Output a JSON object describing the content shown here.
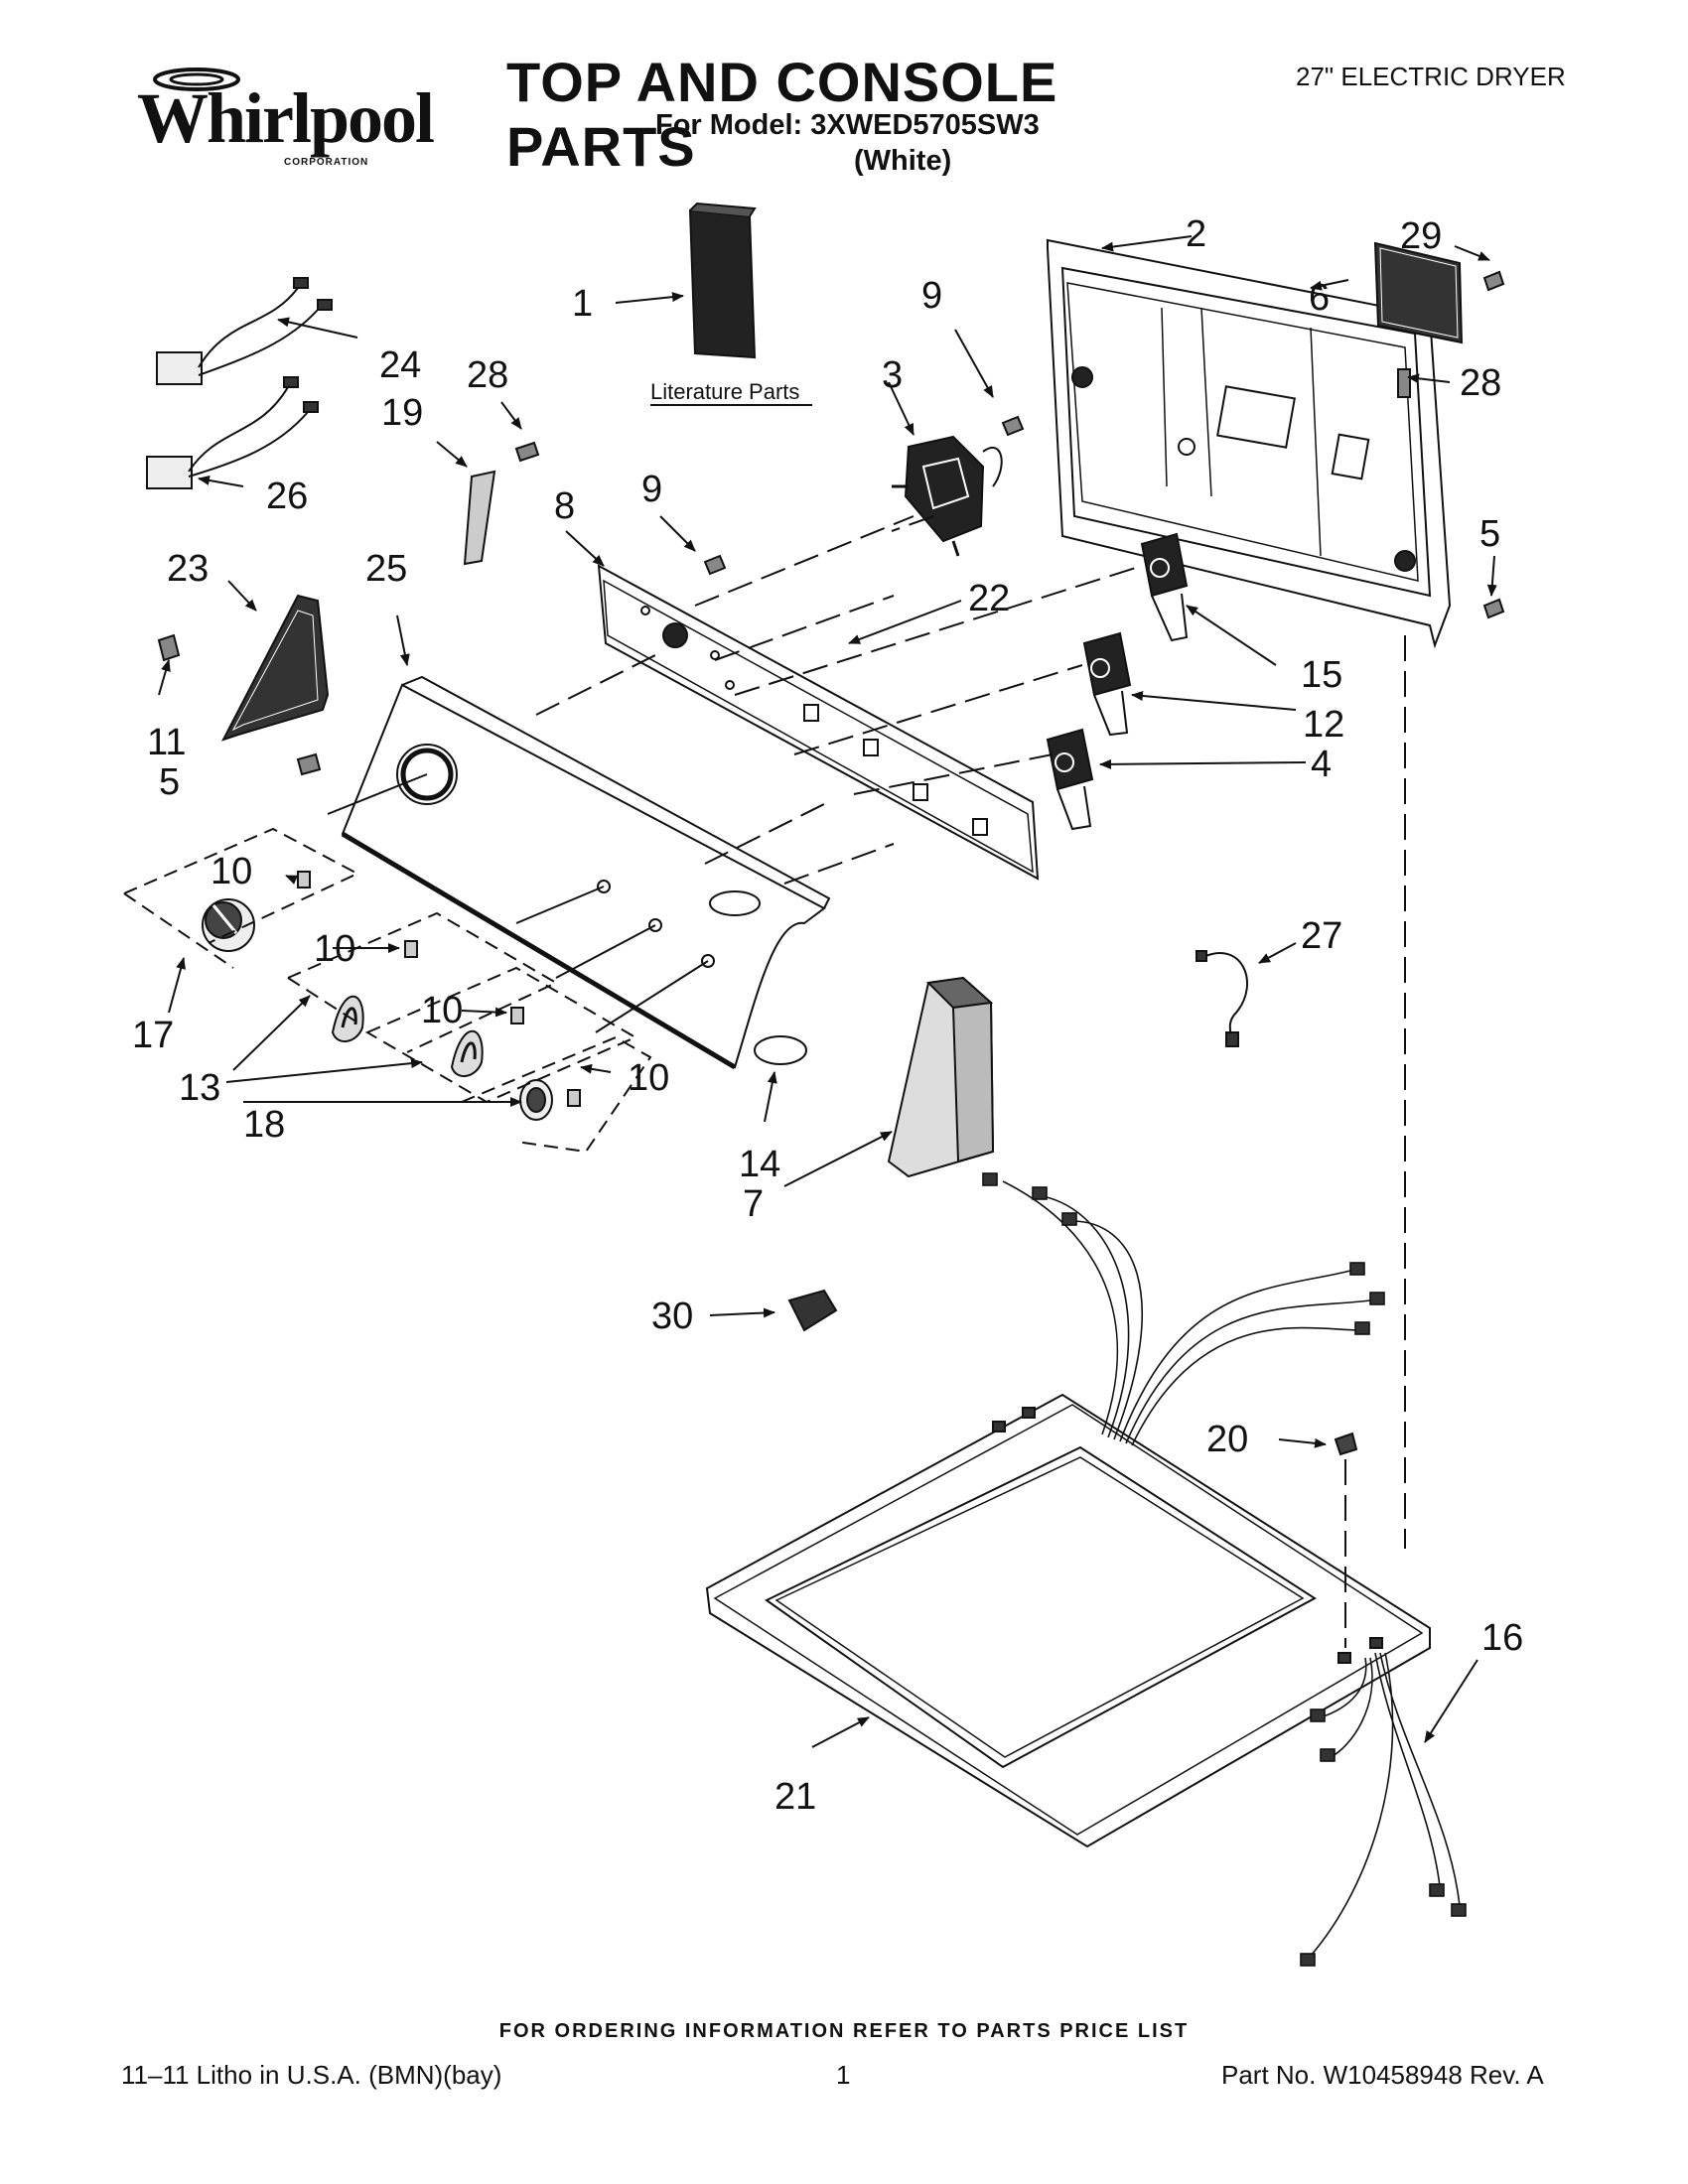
{
  "header": {
    "brand": "Whirlpool",
    "brand_sub": "CORPORATION",
    "title": "TOP AND CONSOLE PARTS",
    "model_line": "For Model: 3XWED5705SW3",
    "color_line": "(White)",
    "product": "27\" ELECTRIC DRYER"
  },
  "diagram": {
    "literature_label": "Literature Parts",
    "callouts": [
      "1",
      "2",
      "3",
      "4",
      "5",
      "5",
      "6",
      "7",
      "8",
      "9",
      "9",
      "10",
      "10",
      "10",
      "10",
      "11",
      "12",
      "13",
      "14",
      "15",
      "16",
      "17",
      "18",
      "19",
      "20",
      "21",
      "22",
      "23",
      "24",
      "25",
      "26",
      "27",
      "28",
      "28",
      "29",
      "30"
    ]
  },
  "footer": {
    "order_info": "FOR ORDERING INFORMATION REFER TO PARTS PRICE LIST",
    "litho": "11–11 Litho in U.S.A. (BMN)(bay)",
    "page": "1",
    "part_no": "Part No. W10458948 Rev. A"
  }
}
